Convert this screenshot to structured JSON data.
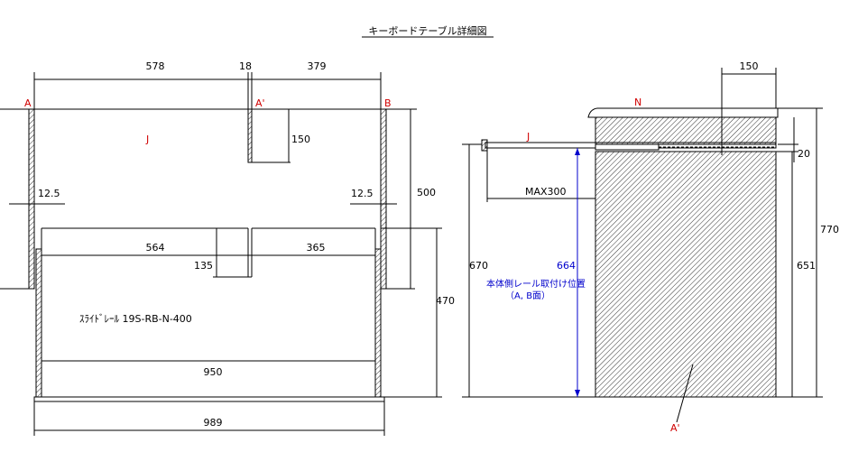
{
  "title": "キーボードテーブル詳細図",
  "front_view": {
    "labels": {
      "point_a": "A",
      "point_a_prime": "A'",
      "point_b": "B",
      "part_j": "J"
    },
    "dimensions": {
      "left_width": "578",
      "gap": "18",
      "right_width": "379",
      "notch_depth": "150",
      "left_offset": "12.5",
      "right_offset": "12.5",
      "upper_height": "500",
      "tray_left": "564",
      "tray_right": "365",
      "tray_depth": "135",
      "lower_height": "470",
      "inner_width": "950",
      "total_width": "989"
    },
    "note": "ｽﾗｲﾄﾞﾚｰﾙ 19S-RB-N-400"
  },
  "side_view": {
    "labels": {
      "part_n": "N",
      "part_j": "J",
      "part_a_prime": "A'"
    },
    "dimensions": {
      "top_depth": "150",
      "thickness": "20",
      "max_slide": "MAX300",
      "height_left": "670",
      "rail_height": "664",
      "total_height": "770",
      "body_height": "651"
    },
    "rail_note_line1": "本体側レール取付け位置",
    "rail_note_line2": "（A, B面）"
  }
}
